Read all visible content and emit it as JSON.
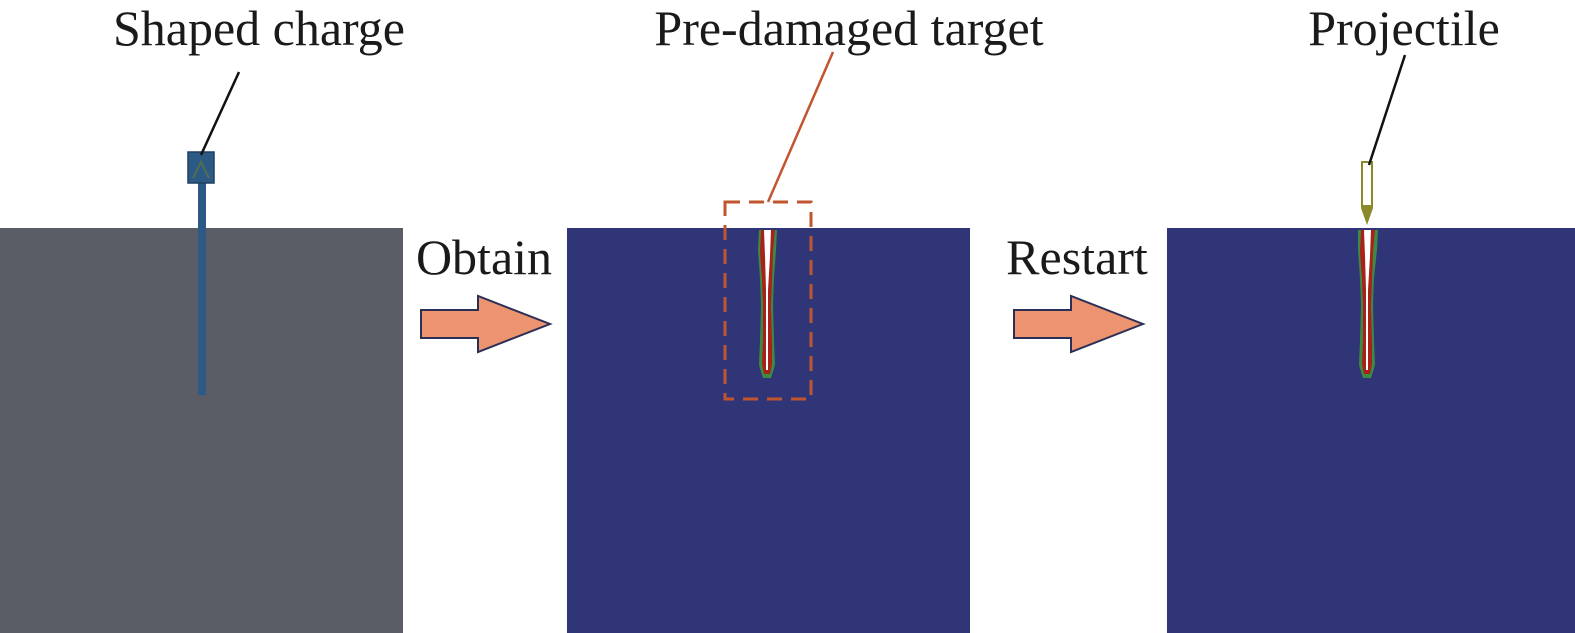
{
  "labels": {
    "shaped_charge": "Shaped charge",
    "pre_damaged_target": "Pre-damaged target",
    "projectile": "Projectile",
    "step1": "Obtain",
    "step2": "Restart"
  },
  "colors": {
    "background": "#ffffff",
    "undamaged_target": "#5a5d66",
    "damaged_target": "#303578",
    "charge_body": "#2d5a85",
    "arrow_fill": "#ec9470",
    "arrow_stroke": "#2b2f55",
    "highlight_box": "#c0552f",
    "leader_line": "#111111",
    "crack_red": "#a8221a",
    "crack_green": "#3d8a45",
    "projectile": "#8a8a2a"
  }
}
